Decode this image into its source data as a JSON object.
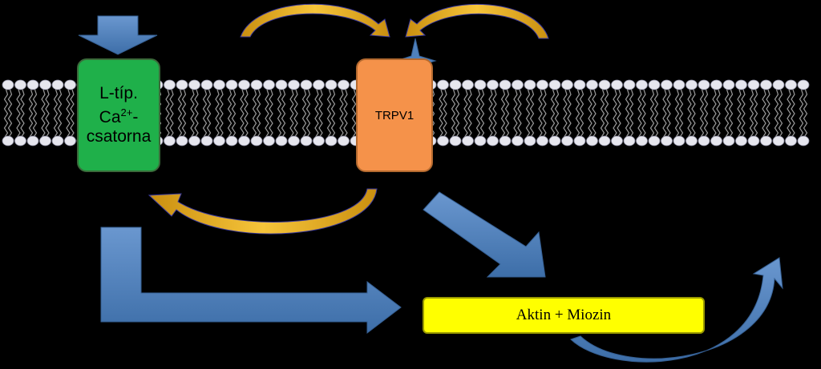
{
  "channels": {
    "l_type": {
      "line1": "L-típ.",
      "line2": "Ca",
      "sup": "2+",
      "line2_end": "-",
      "line3": "csatorna"
    },
    "trpv1": {
      "label": "TRPV1"
    }
  },
  "target": {
    "label": "Aktin + Miozin"
  },
  "colors": {
    "background": "#000000",
    "blue_arrow": "#4f81bd",
    "gold_arrow": "#f0b323",
    "l_type_channel": "#1fb04a",
    "trpv1_channel": "#f5924a",
    "target_box": "#ffff00",
    "membrane": "#bfbfbf"
  }
}
